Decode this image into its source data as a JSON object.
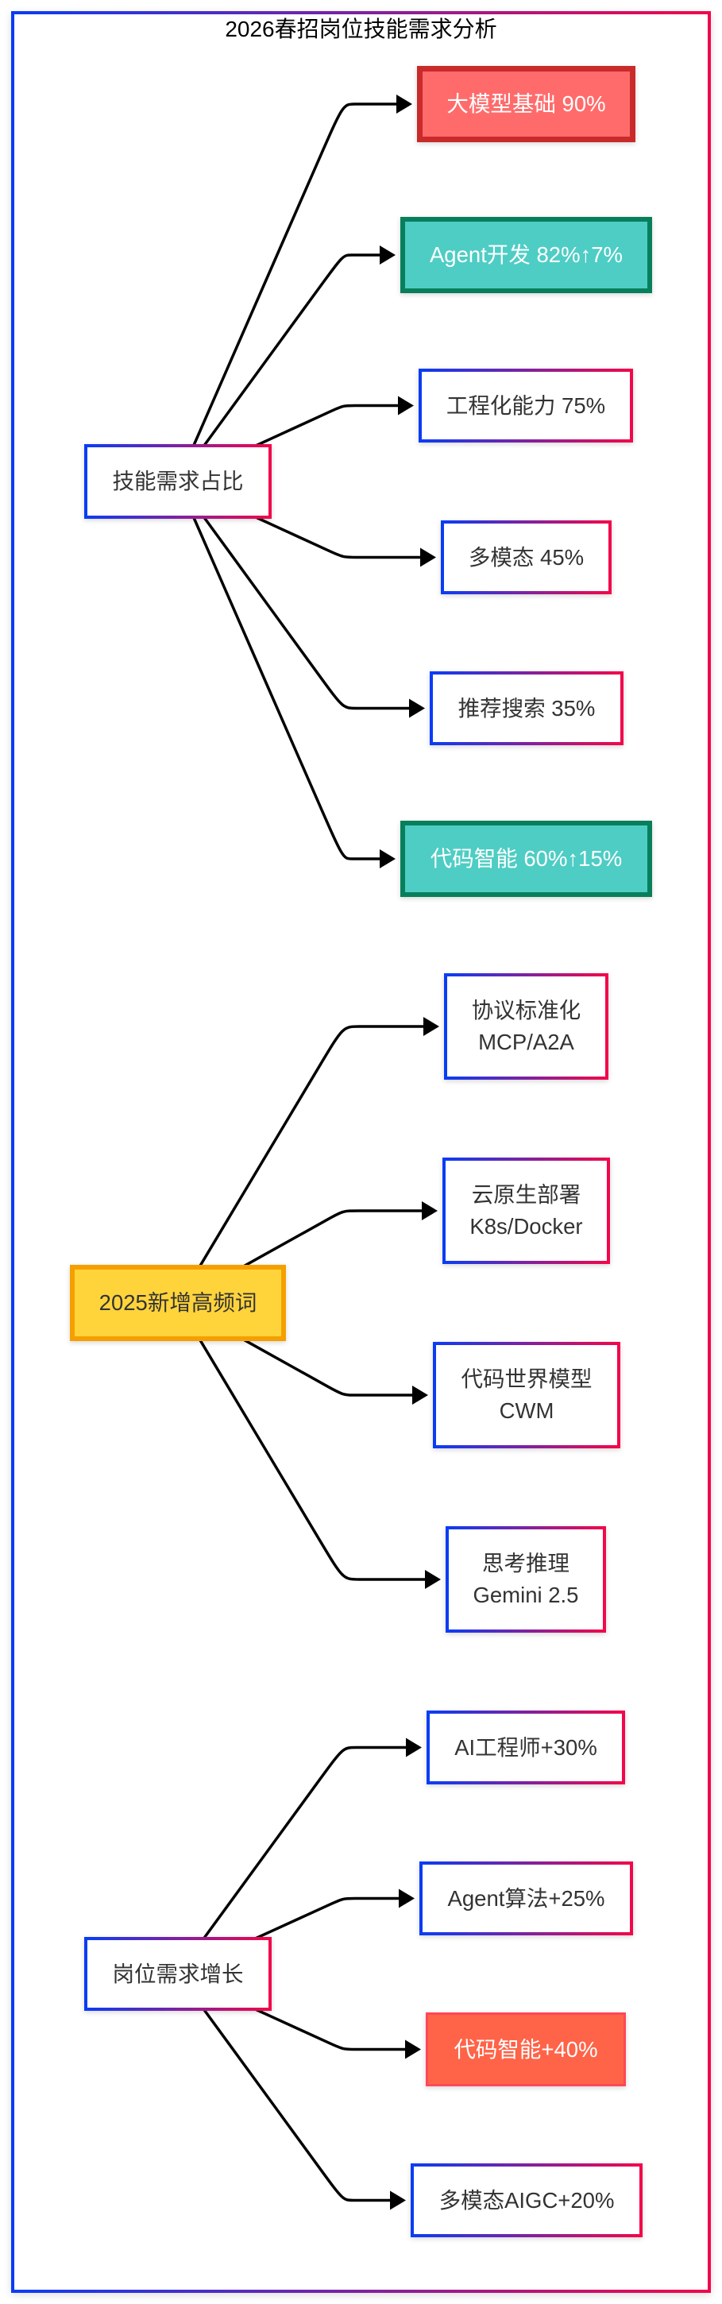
{
  "title": "2026春招岗位技能需求分析",
  "palette": {
    "title_text": "#000000",
    "frame_border": [
      "#0a3cf5",
      "#f2074b"
    ],
    "edge": "#000000",
    "node_styles": {
      "gradient": {
        "fill": "#ffffff",
        "border": [
          "#0a3cf5",
          "#f2074b"
        ],
        "text": "#333333"
      },
      "red": {
        "fill": "#ff6b6b",
        "border": "#c92a2a",
        "text": "#ffffff"
      },
      "teal": {
        "fill": "#4ecdc4",
        "border": "#087f5b",
        "text": "#ffffff"
      },
      "yellow": {
        "fill": "#ffd43b",
        "border": "#f59f00",
        "text": "#333333"
      },
      "tomato": {
        "fill": "#ff6348",
        "border": "#ff4757",
        "text": "#ffffff"
      }
    }
  },
  "groups": [
    {
      "root": {
        "id": "skill-share",
        "lines": [
          "技能需求占比"
        ],
        "style": "gradient"
      },
      "children": [
        {
          "id": "llm-foundation",
          "lines": [
            "大模型基础 90%"
          ],
          "style": "red"
        },
        {
          "id": "agent-dev",
          "lines": [
            "Agent开发 82%↑7%"
          ],
          "style": "teal"
        },
        {
          "id": "engineering",
          "lines": [
            "工程化能力 75%"
          ],
          "style": "gradient"
        },
        {
          "id": "multimodal",
          "lines": [
            "多模态 45%"
          ],
          "style": "gradient"
        },
        {
          "id": "rec-search",
          "lines": [
            "推荐搜索 35%"
          ],
          "style": "gradient"
        },
        {
          "id": "code-intel",
          "lines": [
            "代码智能 60%↑15%"
          ],
          "style": "teal"
        }
      ]
    },
    {
      "root": {
        "id": "new-keywords-2025",
        "lines": [
          "2025新增高频词"
        ],
        "style": "yellow"
      },
      "children": [
        {
          "id": "protocol-std",
          "lines": [
            "协议标准化",
            "MCP/A2A"
          ],
          "style": "gradient"
        },
        {
          "id": "cloud-native",
          "lines": [
            "云原生部署",
            "K8s/Docker"
          ],
          "style": "gradient"
        },
        {
          "id": "code-world-model",
          "lines": [
            "代码世界模型",
            "CWM"
          ],
          "style": "gradient"
        },
        {
          "id": "reasoning",
          "lines": [
            "思考推理",
            "Gemini 2.5"
          ],
          "style": "gradient"
        }
      ]
    },
    {
      "root": {
        "id": "job-growth",
        "lines": [
          "岗位需求增长"
        ],
        "style": "gradient"
      },
      "children": [
        {
          "id": "ai-engineer",
          "lines": [
            "AI工程师+30%"
          ],
          "style": "gradient"
        },
        {
          "id": "agent-algorithm",
          "lines": [
            "Agent算法+25%"
          ],
          "style": "gradient"
        },
        {
          "id": "code-intel-growth",
          "lines": [
            "代码智能+40%"
          ],
          "style": "tomato"
        },
        {
          "id": "multimodal-aigc",
          "lines": [
            "多模态AIGC+20%"
          ],
          "style": "gradient"
        }
      ]
    }
  ],
  "edges": [
    {
      "from": "skill-share",
      "to": "llm-foundation"
    },
    {
      "from": "skill-share",
      "to": "agent-dev"
    },
    {
      "from": "skill-share",
      "to": "engineering"
    },
    {
      "from": "skill-share",
      "to": "multimodal"
    },
    {
      "from": "skill-share",
      "to": "rec-search"
    },
    {
      "from": "skill-share",
      "to": "code-intel"
    },
    {
      "from": "new-keywords-2025",
      "to": "protocol-std"
    },
    {
      "from": "new-keywords-2025",
      "to": "cloud-native"
    },
    {
      "from": "new-keywords-2025",
      "to": "code-world-model"
    },
    {
      "from": "new-keywords-2025",
      "to": "reasoning"
    },
    {
      "from": "job-growth",
      "to": "ai-engineer"
    },
    {
      "from": "job-growth",
      "to": "agent-algorithm"
    },
    {
      "from": "job-growth",
      "to": "code-intel-growth"
    },
    {
      "from": "job-growth",
      "to": "multimodal-aigc"
    }
  ]
}
